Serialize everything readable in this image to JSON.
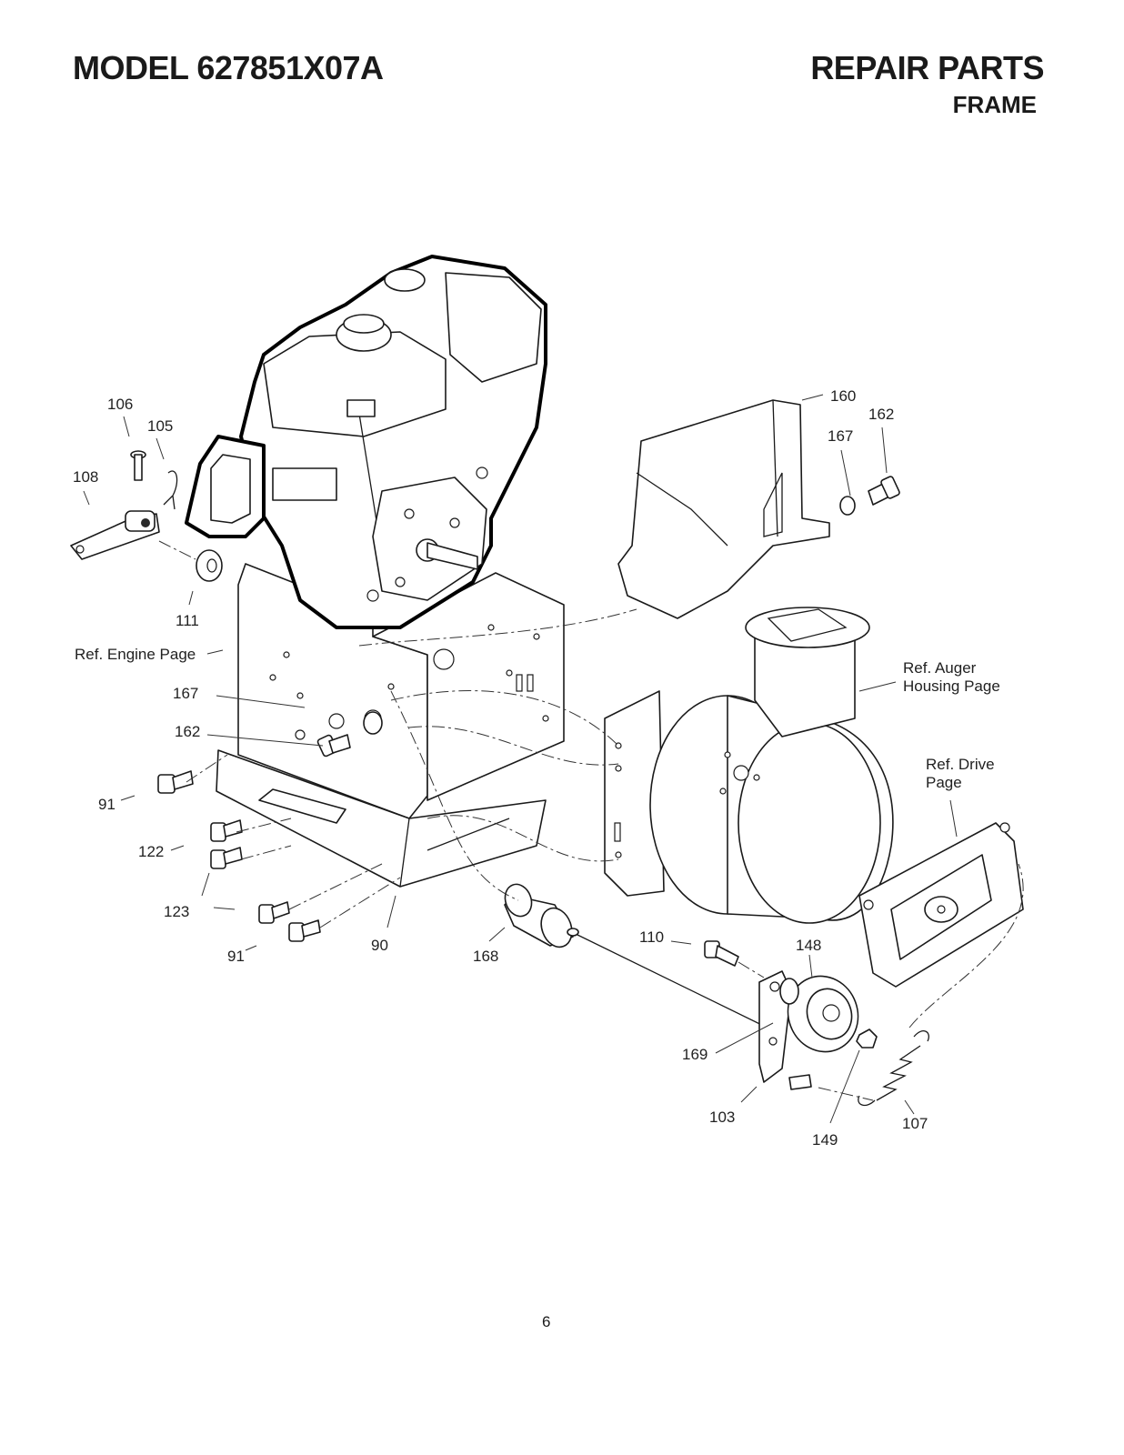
{
  "header": {
    "model": "MODEL 627851X07A",
    "title": "REPAIR PARTS",
    "section": "FRAME"
  },
  "page_number": "6",
  "callouts": {
    "p106": "106",
    "p105": "105",
    "p108": "108",
    "p111": "111",
    "ref_engine": "Ref. Engine Page",
    "p167_left": "167",
    "p162_left": "162",
    "p91_left": "91",
    "p122": "122",
    "p123": "123",
    "p91_bottom": "91",
    "p90": "90",
    "p168": "168",
    "p110": "110",
    "p148": "148",
    "p169": "169",
    "p103": "103",
    "p149": "149",
    "p107": "107",
    "p160": "160",
    "p162_right": "162",
    "p167_right": "167",
    "ref_auger_1": "Ref. Auger",
    "ref_auger_2": "Housing Page",
    "ref_drive_1": "Ref. Drive",
    "ref_drive_2": "Page"
  }
}
